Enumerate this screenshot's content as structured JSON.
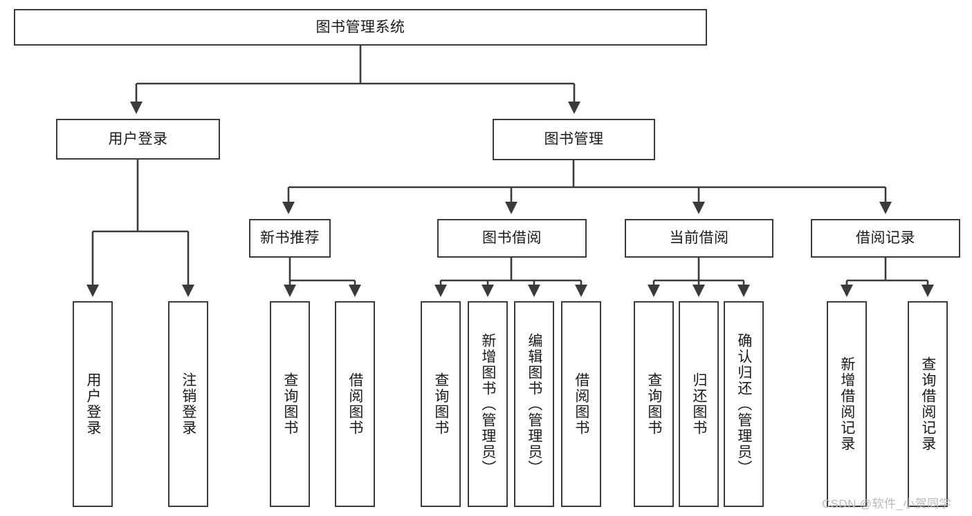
{
  "diagram": {
    "title": "图书管理系统",
    "type": "tree-hierarchy-diagram",
    "root": {
      "label": "图书管理系统"
    },
    "level1": [
      {
        "label": "用户登录"
      },
      {
        "label": "图书管理"
      }
    ],
    "level2": [
      {
        "label": "新书推荐"
      },
      {
        "label": "图书借阅"
      },
      {
        "label": "当前借阅"
      },
      {
        "label": "借阅记录"
      }
    ],
    "leaves": {
      "user_login": [
        {
          "label": "用户登录"
        },
        {
          "label": "注销登录"
        }
      ],
      "new_book_recommend": [
        {
          "label": "查询图书"
        },
        {
          "label": "借阅图书"
        }
      ],
      "book_borrow": [
        {
          "label": "查询图书"
        },
        {
          "label": "新增图书（管理员）"
        },
        {
          "label": "编辑图书（管理员）"
        },
        {
          "label": "借阅图书"
        }
      ],
      "current_borrow": [
        {
          "label": "查询图书"
        },
        {
          "label": "归还图书"
        },
        {
          "label": "确认归还（管理员）"
        }
      ],
      "borrow_record": [
        {
          "label": "新增借阅记录"
        },
        {
          "label": "查询借阅记录"
        }
      ]
    }
  },
  "watermark": {
    "text": "CSDN @软件_小贺同学"
  },
  "colors": {
    "stroke": "#3a3a3a",
    "box_fill": "#ffffff",
    "text": "#1a1a1a",
    "watermark": "#b9b9b9"
  }
}
